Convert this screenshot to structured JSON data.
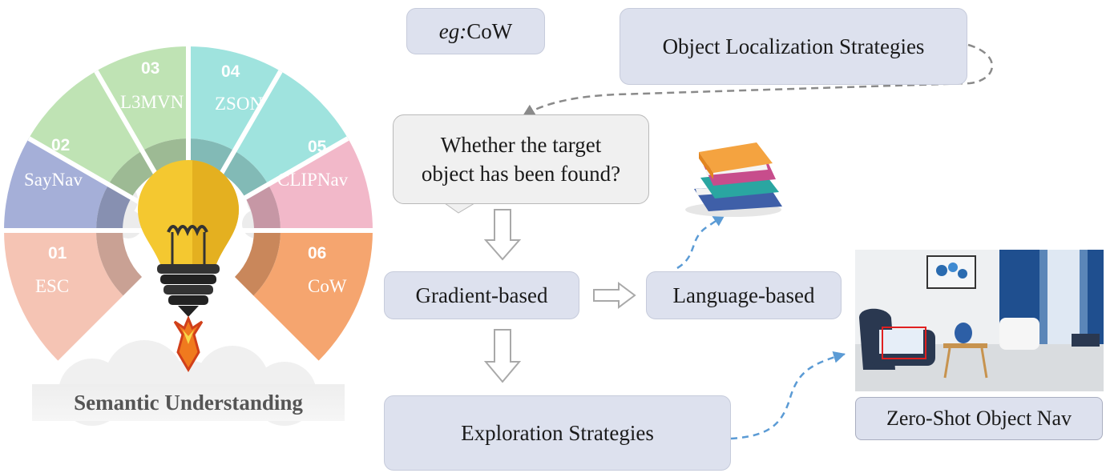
{
  "wheel": {
    "title": "Semantic Understanding",
    "segments": [
      {
        "number": "01",
        "name": "ESC",
        "color": "#f5c4b4"
      },
      {
        "number": "02",
        "name": "SayNav",
        "color": "#a5afd8"
      },
      {
        "number": "03",
        "name": "L3MVN",
        "color": "#bfe3b4"
      },
      {
        "number": "04",
        "name": "ZSON",
        "color": "#9fe3de"
      },
      {
        "number": "05",
        "name": "CLIPNav",
        "color": "#f2b8c9"
      },
      {
        "number": "06",
        "name": "CoW",
        "color": "#f5a56f"
      }
    ]
  },
  "flow": {
    "example": {
      "prefix": "eg",
      "sep": ":",
      "name": "CoW"
    },
    "object_localization": "Object Localization Strategies",
    "question": "Whether the target\nobject has been found?",
    "gradient_based": "Gradient-based",
    "language_based": "Language-based",
    "exploration": "Exploration Strategies",
    "zero_shot": "Zero-Shot Object Nav"
  },
  "icons": {
    "bulb": "lightbulb-rocket-icon",
    "books": "books-stack-icon",
    "scene": "living-room-scene-image"
  }
}
